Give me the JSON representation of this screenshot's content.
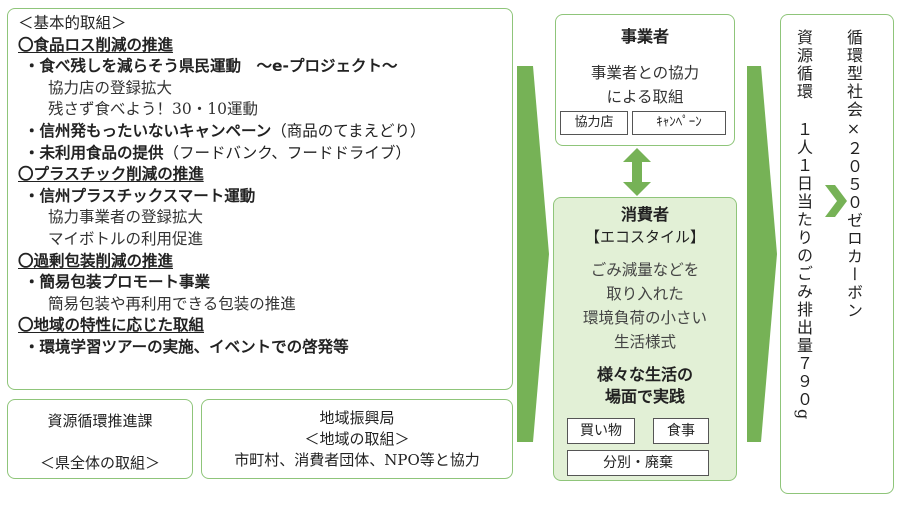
{
  "main": {
    "title": "＜基本的取組＞",
    "sections": [
      {
        "heading": "〇食品ロス削減の推進",
        "items": [
          {
            "bullet": "・食べ残しを減らそう県民運動　～e-プロジェクト～",
            "note": "",
            "subs": [
              "協力店の登録拡大",
              "残さず食べよう！30・10運動"
            ]
          },
          {
            "bullet": "・信州発もったいないキャンペーン",
            "note": "（商品のてまえどり）",
            "subs": []
          },
          {
            "bullet": "・未利用食品の提供",
            "note": "（フードバンク、フードドライブ）",
            "subs": []
          }
        ]
      },
      {
        "heading": "〇プラスチック削減の推進",
        "items": [
          {
            "bullet": "・信州プラスチックスマート運動",
            "note": "",
            "subs": [
              "協力事業者の登録拡大",
              "マイボトルの利用促進"
            ]
          }
        ]
      },
      {
        "heading": "〇過剰包装削減の推進",
        "items": [
          {
            "bullet": "・簡易包装プロモート事業",
            "note": "",
            "subs": [
              "簡易包装や再利用できる包装の推進"
            ]
          }
        ]
      },
      {
        "heading": "〇地域の特性に応じた取組",
        "items": [
          {
            "bullet": "・環境学習ツアーの実施、イベントでの啓発等",
            "note": "",
            "subs": []
          }
        ]
      }
    ]
  },
  "dept": {
    "name": "資源循環推進課",
    "scope": "＜県全体の取組＞"
  },
  "region": {
    "name": "地域振興局",
    "scope": "＜地域の取組＞",
    "partners": "市町村、消費者団体、NPO等と協力"
  },
  "business": {
    "title": "事業者",
    "desc_line1": "事業者との協力",
    "desc_line2": "による取組",
    "tag1": "協力店",
    "tag2": "ｷｬﾝﾍﾟｰﾝ"
  },
  "consumer": {
    "title": "消費者",
    "subtitle": "【エコスタイル】",
    "desc": [
      "ごみ減量などを",
      "取り入れた",
      "環境負荷の小さい",
      "生活様式"
    ],
    "practice_line1": "様々な生活の",
    "practice_line2": "場面で実践",
    "tag_shopping": "買い物",
    "tag_meal": "食事",
    "tag_sorting": "分別・廃棄"
  },
  "goal": {
    "col1_head": "循環型社会",
    "col1_tail": "×２０５０ゼロカーボン",
    "col2_head": "資源循環",
    "col2_tail": "１人１日当たりのごみ排出量７９０g"
  },
  "colors": {
    "arrow_green": "#76b256",
    "border_green": "#8fc57a",
    "consumer_fill": "#e2f0d6"
  }
}
